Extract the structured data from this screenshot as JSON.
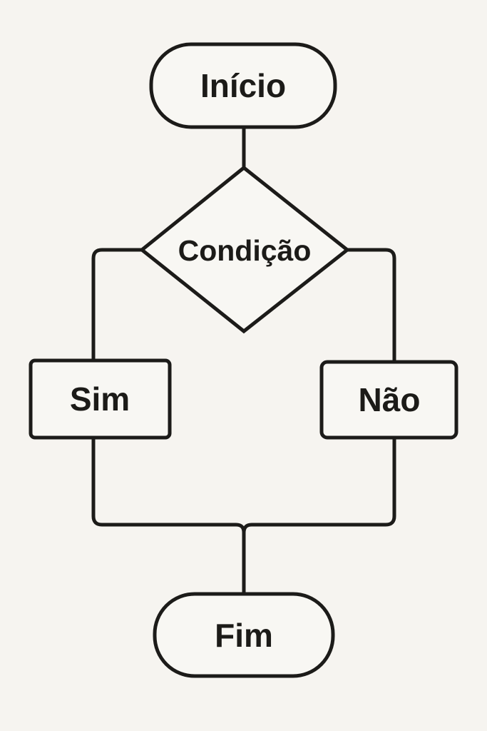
{
  "canvas": {
    "background_color": "#f6f4f0",
    "shape_fill_color": "#f8f7f3",
    "stroke_color": "#1c1b19",
    "text_color": "#1c1b18"
  },
  "flowchart": {
    "title": "Flowchart (Portuguese) with start, condition, yes/no branches and end",
    "nodes": {
      "start": {
        "label": "Início",
        "type": "terminator"
      },
      "decision": {
        "label": "Condição",
        "type": "decision"
      },
      "yes": {
        "label": "Sim",
        "type": "process"
      },
      "no": {
        "label": "Não",
        "type": "process"
      },
      "end": {
        "label": "Fim",
        "type": "terminator"
      }
    },
    "edges": [
      {
        "from": "start",
        "to": "decision"
      },
      {
        "from": "decision",
        "to": "yes"
      },
      {
        "from": "decision",
        "to": "no"
      },
      {
        "from": "yes",
        "to": "end"
      },
      {
        "from": "no",
        "to": "end"
      }
    ]
  }
}
